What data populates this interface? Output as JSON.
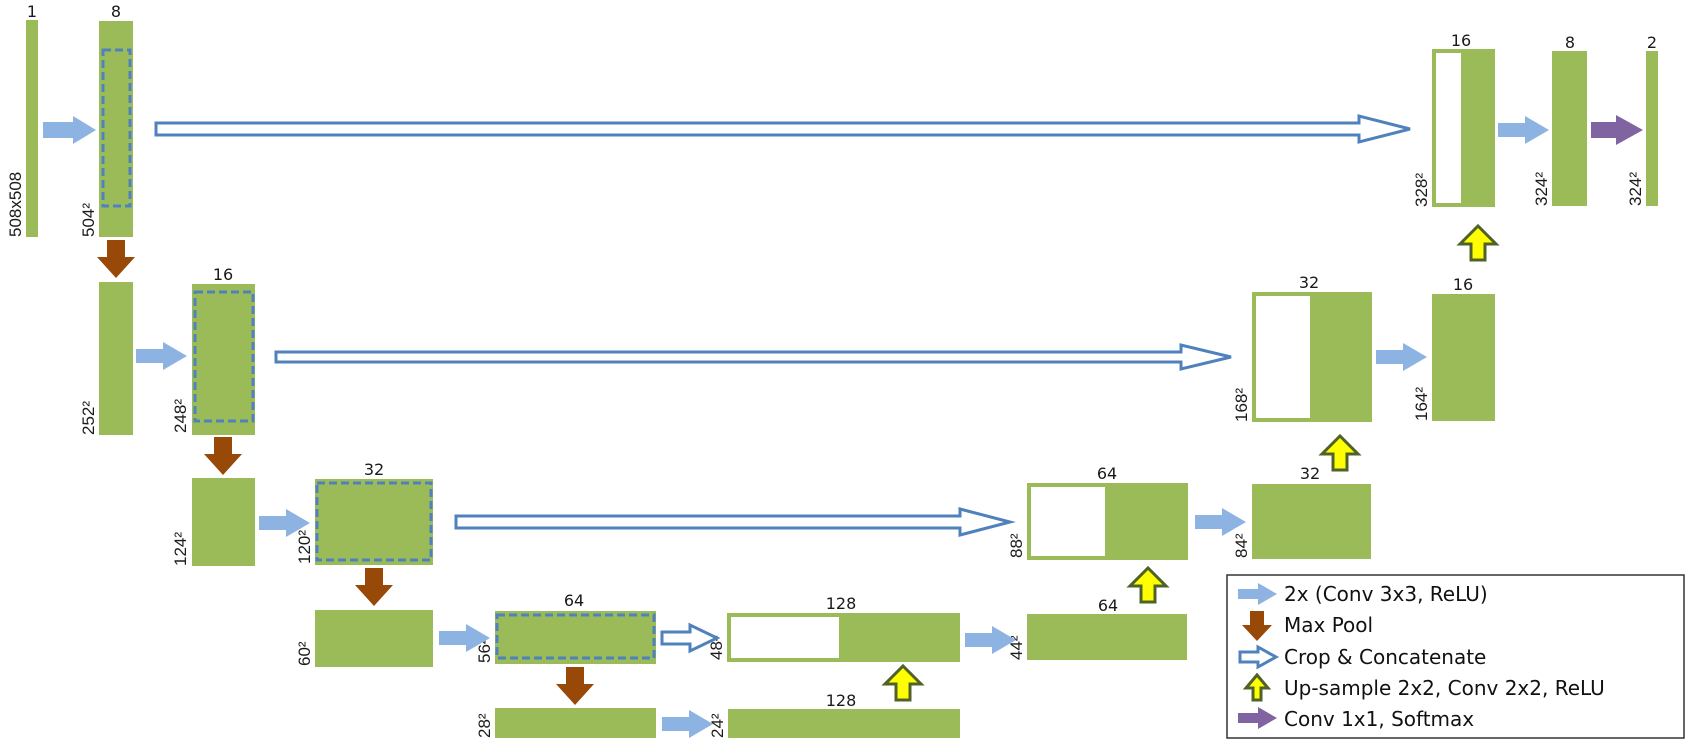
{
  "colors": {
    "block": "#9bbb59",
    "conv_arrow": "#8db3e2",
    "pool_arrow": "#984807",
    "crop_arrow": "#4f81bd",
    "up_fill": "#ffff00",
    "up_stroke": "#4f6228",
    "softmax_arrow": "#8064a2",
    "dashed": "#4f81bd"
  },
  "blocks": [
    {
      "id": "input",
      "channels": "1",
      "size": "508x508"
    },
    {
      "id": "enc1",
      "channels": "8",
      "size": "504²"
    },
    {
      "id": "pool1",
      "channels": "",
      "size": "252²"
    },
    {
      "id": "enc2",
      "channels": "16",
      "size": "248²"
    },
    {
      "id": "pool2",
      "channels": "",
      "size": "124²"
    },
    {
      "id": "enc3",
      "channels": "32",
      "size": "120²"
    },
    {
      "id": "pool3",
      "channels": "",
      "size": "60²"
    },
    {
      "id": "enc4",
      "channels": "64",
      "size": "56²"
    },
    {
      "id": "pool4",
      "channels": "",
      "size": "28²"
    },
    {
      "id": "bottleneck",
      "channels": "128",
      "size": "24²"
    },
    {
      "id": "cat4",
      "channels": "128",
      "size": "48²"
    },
    {
      "id": "dec4",
      "channels": "64",
      "size": "44²"
    },
    {
      "id": "cat3",
      "channels": "64",
      "size": "88²"
    },
    {
      "id": "dec3",
      "channels": "32",
      "size": "84²"
    },
    {
      "id": "cat2",
      "channels": "32",
      "size": "168²"
    },
    {
      "id": "dec2",
      "channels": "16",
      "size": "164²"
    },
    {
      "id": "cat1",
      "channels": "16",
      "size": "328²"
    },
    {
      "id": "dec1",
      "channels": "8",
      "size": "324²"
    },
    {
      "id": "output",
      "channels": "2",
      "size": "324²"
    }
  ],
  "legend": [
    {
      "icon": "conv-arrow-icon",
      "label": "2x (Conv 3x3, ReLU)"
    },
    {
      "icon": "max-pool-arrow-icon",
      "label": "Max Pool"
    },
    {
      "icon": "crop-concat-arrow-icon",
      "label": "Crop & Concatenate"
    },
    {
      "icon": "upsample-arrow-icon",
      "label": "Up-sample 2x2, Conv 2x2, ReLU"
    },
    {
      "icon": "softmax-arrow-icon",
      "label": "Conv 1x1, Softmax"
    }
  ]
}
